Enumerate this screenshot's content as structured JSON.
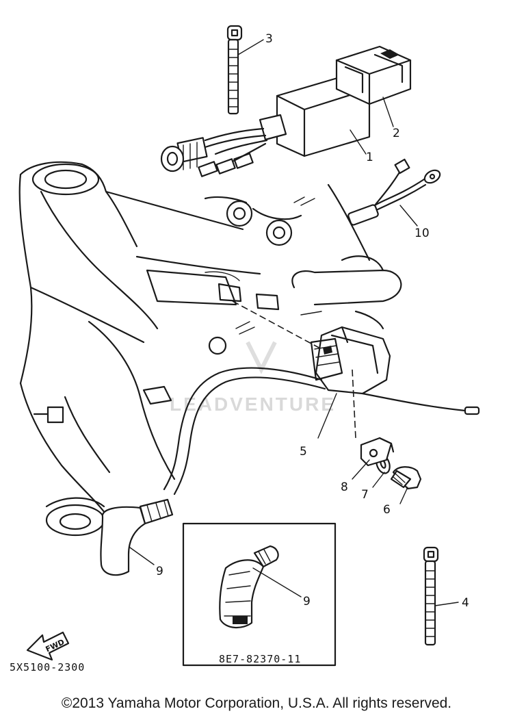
{
  "diagram": {
    "callouts": [
      "1",
      "2",
      "3",
      "4",
      "5",
      "6",
      "7",
      "8",
      "9",
      "9",
      "10"
    ],
    "inset_part_code": "8E7-82370-11",
    "drawing_code": "5X5100-2300",
    "fwd_label": "FWD",
    "watermark": "LEADVENTURE"
  },
  "footer": {
    "copyright": "©2013 Yamaha Motor Corporation, U.S.A. All rights reserved."
  }
}
